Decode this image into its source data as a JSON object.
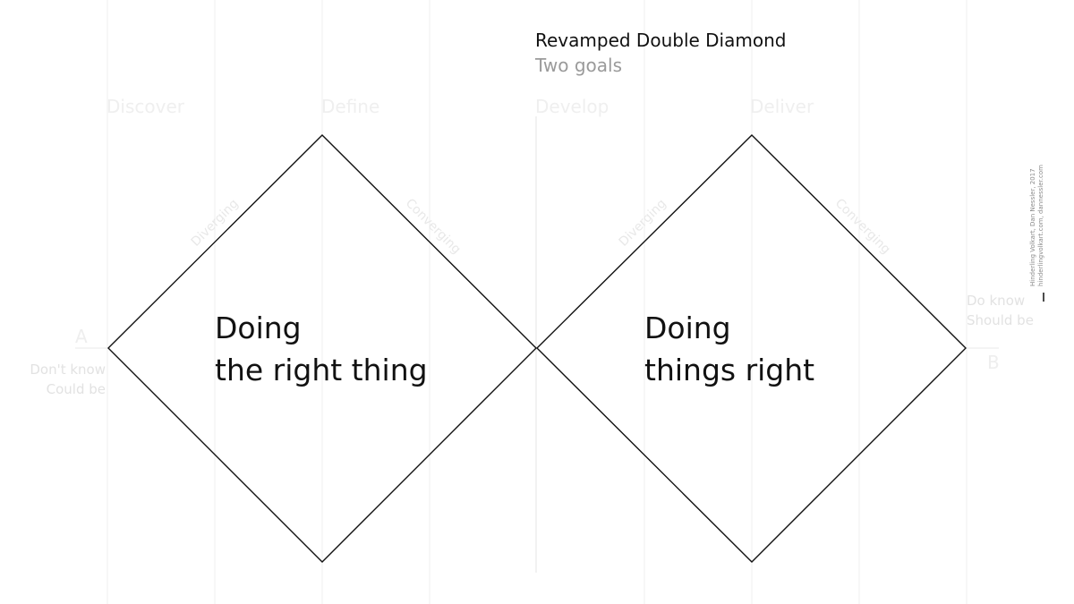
{
  "header": {
    "title": "Revamped Double Diamond",
    "subtitle": "Two goals"
  },
  "phases": [
    "Discover",
    "Define",
    "Develop",
    "Deliver"
  ],
  "diamond_edge_labels": [
    "Diverging",
    "Converging",
    "Diverging",
    "Converging"
  ],
  "diamonds": [
    {
      "line1": "Doing",
      "line2": "the right thing"
    },
    {
      "line1": "Doing",
      "line2": "things right"
    }
  ],
  "start_point": {
    "letter": "A",
    "line1": "Don't know",
    "line2": "Could be"
  },
  "end_point": {
    "letter": "B",
    "line1": "Do know",
    "line2": "Should be"
  },
  "credit": {
    "line1": "Hinderling Volkart, Dan Nessler, 2017",
    "line2": "hinderlingvolkart.com, dannessler.com"
  },
  "colors": {
    "outline": "#111111",
    "grid": "#efefef",
    "faint_text": "#e6e6e6",
    "subtitle": "#9a9a9a"
  }
}
